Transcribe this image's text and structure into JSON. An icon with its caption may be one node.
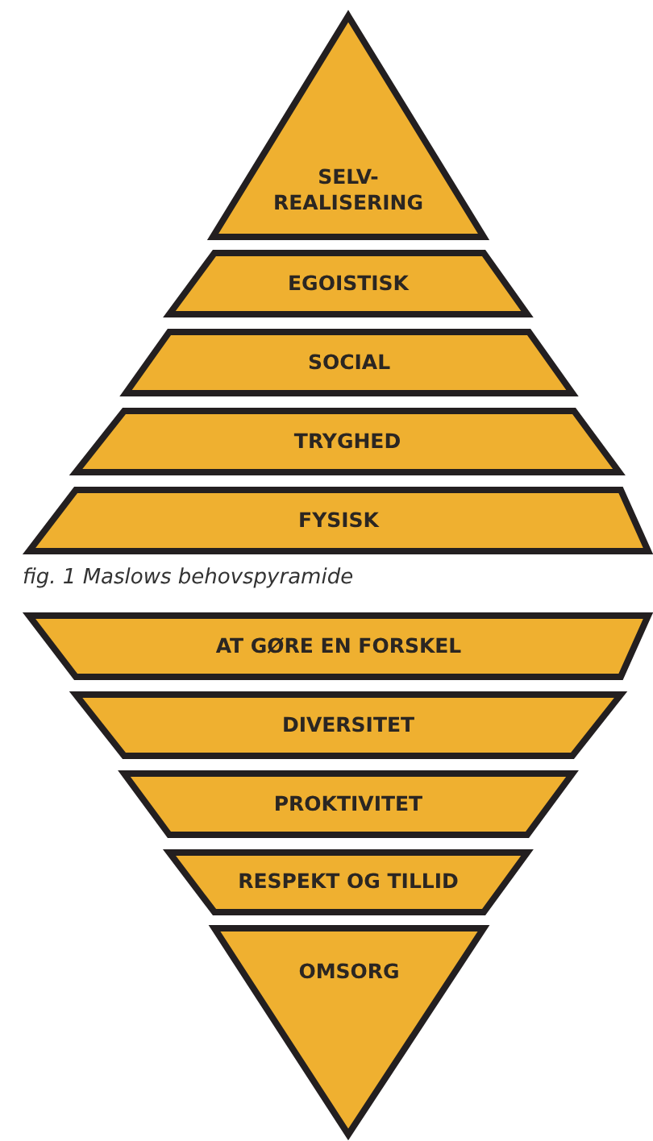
{
  "diagram": {
    "nodes": [
      {
        "text": [
          "SELV-REALISERING"
        ]
      },
      {
        "text": [
          "EGOISTISK"
        ]
      },
      {
        "text": [
          "SOCIAL"
        ]
      },
      {
        "text": [
          "TRYGHED"
        ]
      },
      {
        "text": [
          "FYSISK"
        ]
      },
      {
        "text": [
          "AT GØRE EN FORSKEL"
        ]
      },
      {
        "text": [
          "DIVERSITET"
        ]
      },
      {
        "text": [
          "PROKTIVITET"
        ]
      },
      {
        "text": [
          "RESPEKT OG TILLID"
        ]
      },
      {
        "text": [
          "OMSORG"
        ]
      }
    ],
    "labels": [
      "fig. 1 Maslows behovspyramide"
    ]
  }
}
